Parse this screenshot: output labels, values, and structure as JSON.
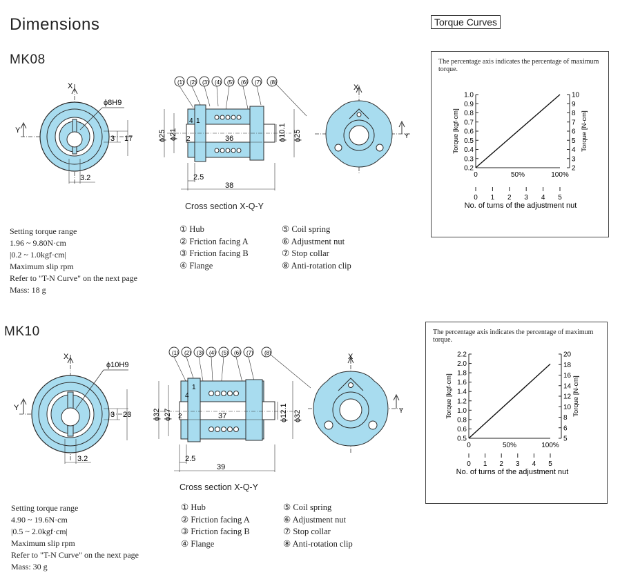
{
  "title": "Dimensions",
  "torque_title": "Torque Curves",
  "models": [
    {
      "name": "MK08",
      "front": {
        "x": "X",
        "y": "Y",
        "bore": "ϕ8H9",
        "d1": "3",
        "d2": "17",
        "w": "3.2"
      },
      "ticks": [
        "(1)",
        "(2)",
        "(3)",
        "(4)",
        "(5)",
        "(6)",
        "(7)",
        "(8)"
      ],
      "section": {
        "d_outer": "ϕ25",
        "d_inner": "ϕ21",
        "label_4": "4",
        "label_1": "1",
        "label_2": "2",
        "len_inner": "36",
        "d_bore": "ϕ10.1",
        "d_right": "ϕ25",
        "dim_small": "2.5",
        "len_total": "38"
      },
      "right": {
        "x": "X",
        "y": "Y"
      },
      "caption": "Cross section X-Q-Y",
      "specs": [
        "Setting torque range",
        "1.96 ~ 9.80N·cm",
        "|0.2 ~ 1.0kgf·cm|",
        "Maximum slip rpm",
        "Refer to \"T-N Curve\" on the next page",
        "Mass: 18 g"
      ],
      "parts": [
        "① Hub",
        "⑤ Coil spring",
        "② Friction facing A",
        "⑥ Adjustment nut",
        "③ Friction facing B",
        "⑦ Stop collar",
        "④ Flange",
        "⑧ Anti-rotation clip"
      ]
    },
    {
      "name": "MK10",
      "front": {
        "x": "X",
        "y": "Y",
        "bore": "ϕ10H9",
        "d1": "3",
        "d2": "23",
        "w": "3.2"
      },
      "ticks": [
        "(1)",
        "(2)",
        "(3)",
        "(4)",
        "(5)",
        "(6)",
        "(7)",
        "(8)"
      ],
      "section": {
        "d_outer": "ϕ32",
        "d_inner": "ϕ27",
        "label_4": "4",
        "label_1": "1",
        "label_2": "2",
        "len_inner": "37",
        "d_bore": "ϕ12.1",
        "d_right": "ϕ32",
        "dim_small": "2.5",
        "len_total": "39"
      },
      "right": {
        "x": "X",
        "y": "Y"
      },
      "caption": "Cross section X-Q-Y",
      "specs": [
        "Setting torque range",
        "4.90 ~ 19.6N·cm",
        "|0.5 ~ 2.0kgf·cm|",
        "Maximum slip rpm",
        "Refer to \"T-N Curve\" on the next page",
        "Mass: 30 g"
      ],
      "parts": [
        "① Hub",
        "⑤ Coil spring",
        "② Friction facing A",
        "⑥ Adjustment nut",
        "③ Friction facing B",
        "⑦ Stop collar",
        "④ Flange",
        "⑧ Anti-rotation clip"
      ]
    }
  ],
  "chart_data": [
    {
      "type": "line",
      "note": "The percentage axis indicates the percentage of maximum torque.",
      "ylabel_left": "Torque [kgf·cm]",
      "ylabel_right": "Torque [N·cm]",
      "xlabel": "No. of turns of the adjustment nut",
      "y_left_ticks": [
        "0.2",
        "0.3",
        "0.4",
        "0.5",
        "0.6",
        "0.7",
        "0.8",
        "0.9",
        "1.0"
      ],
      "y_right_ticks": [
        "2",
        "3",
        "4",
        "5",
        "6",
        "7",
        "8",
        "9",
        "10"
      ],
      "x_pct_ticks": [
        "0",
        "50%",
        "100%"
      ],
      "turns_ticks": [
        "0",
        "1",
        "2",
        "3",
        "4",
        "5"
      ],
      "x": [
        0,
        100
      ],
      "y": [
        0.2,
        1.0
      ],
      "ylim": [
        0.2,
        1.0
      ]
    },
    {
      "type": "line",
      "note": "The percentage axis indicates the percentage of maximum torque.",
      "ylabel_left": "Torque [kgf·cm]",
      "ylabel_right": "Torque [N·cm]",
      "xlabel": "No. of turns of the adjustment nut",
      "y_left_ticks": [
        "0.5",
        "0.6",
        "0.8",
        "1.0",
        "1.2",
        "1.4",
        "1.6",
        "1.8",
        "2.0",
        "2.2"
      ],
      "y_right_ticks": [
        "5",
        "6",
        "8",
        "10",
        "12",
        "14",
        "16",
        "18",
        "20"
      ],
      "x_pct_ticks": [
        "0",
        "50%",
        "100%"
      ],
      "turns_ticks": [
        "0",
        "1",
        "2",
        "3",
        "4",
        "5"
      ],
      "x": [
        0,
        100
      ],
      "y": [
        0.5,
        2.0
      ],
      "ylim": [
        0.5,
        2.2
      ]
    }
  ],
  "colors": {
    "fill": "#a8dcef",
    "line": "#2c2c2c",
    "accent": "#7fc8e6"
  }
}
